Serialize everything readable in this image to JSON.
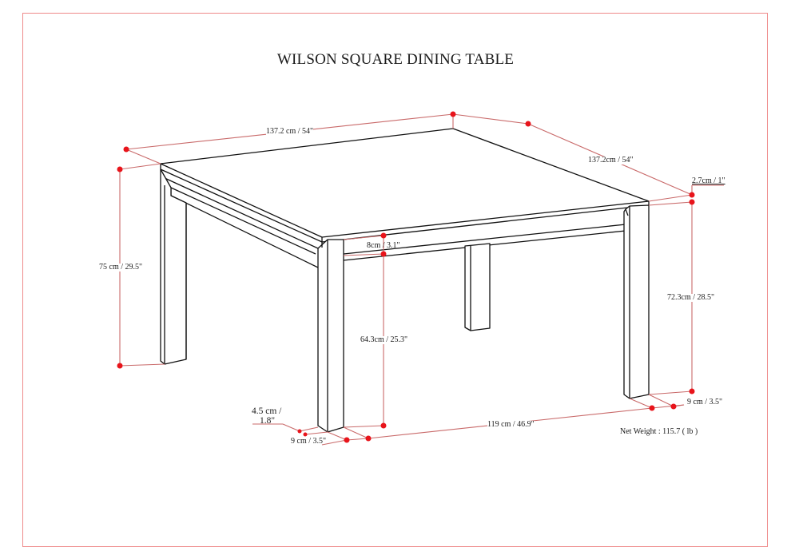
{
  "title": "WILSON SQUARE DINING TABLE",
  "colors": {
    "frame": "#ef8a8a",
    "dimension_line": "#c96a6a",
    "dimension_dot": "#e8141b",
    "outline": "#111111"
  },
  "dimensions": {
    "length": "137.2 cm / 54\"",
    "width": "137.2cm / 54\"",
    "top_thickness": "2.7cm / 1\"",
    "overall_height": "75 cm / 29.5\"",
    "apron_height": "8cm / 3.1\"",
    "under_apron_height": "64.3cm / 25.3\"",
    "under_top_height": "72.3cm / 28.5\"",
    "leg_depth_left_line1": "4.5 cm /",
    "leg_depth_left_line2": "1.8\"",
    "leg_width_left": "9 cm / 3.5\"",
    "leg_span": "119 cm / 46.9\"",
    "leg_width_right": "9 cm / 3.5\""
  },
  "net_weight": "Net Weight : 115.7 ( lb )"
}
